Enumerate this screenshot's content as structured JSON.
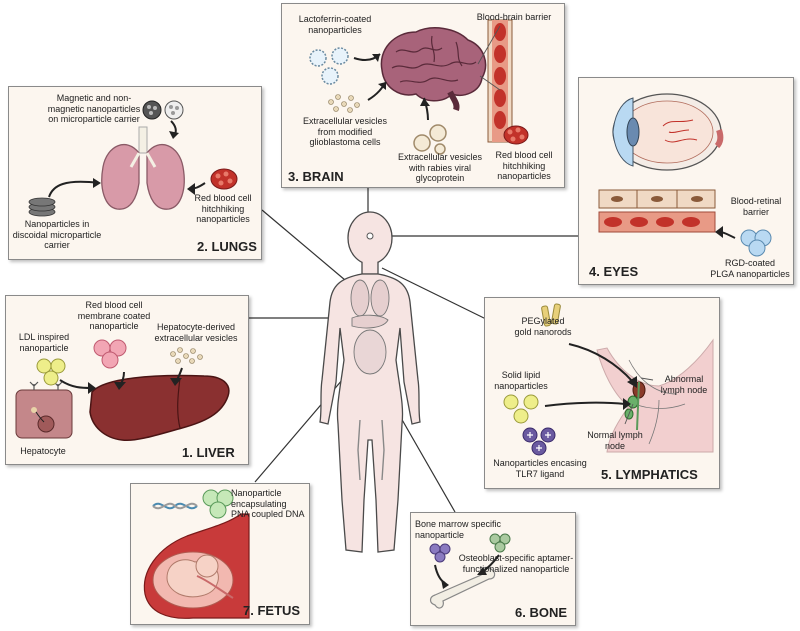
{
  "brain": {
    "title": "3. BRAIN",
    "lactoferrin": [
      "Lactoferrin-coated",
      "nanoparticles"
    ],
    "bbb": "Blood-brain barrier",
    "ev_glio": [
      "Extracellular vesicles",
      "from modified",
      "glioblastoma cells"
    ],
    "ev_rabies": [
      "Extracellular vesicles",
      "with rabies viral",
      "glycoprotein"
    ],
    "rbc": [
      "Red blood cell",
      "hitchhiking",
      "nanoparticles"
    ]
  },
  "lungs": {
    "title": "2. LUNGS",
    "magnetic": [
      "Magnetic and non-",
      "magnetic nanoparticles",
      "on microparticle carrier"
    ],
    "rbc": [
      "Red blood cell",
      "hitchhiking",
      "nanoparticles"
    ],
    "discoidal": [
      "Nanoparticles in",
      "discoidal microparticle",
      "carrier"
    ]
  },
  "eyes": {
    "title": "4. EYES",
    "brb": [
      "Blood-retinal",
      "barrier"
    ],
    "rgd": [
      "RGD-coated",
      "PLGA nanoparticles"
    ]
  },
  "liver": {
    "title": "1. LIVER",
    "rbc_membrane": [
      "Red blood cell",
      "membrane coated",
      "nanoparticle"
    ],
    "ldl": [
      "LDL inspired",
      "nanoparticle"
    ],
    "hep_ev": [
      "Hepatocyte-derived",
      "extracellular vesicles"
    ],
    "hepatocyte": "Hepatocyte"
  },
  "lymphatics": {
    "title": "5. LYMPHATICS",
    "peg": [
      "PEGylated",
      "gold nanorods"
    ],
    "solid_lipid": [
      "Solid lipid",
      "nanoparticles"
    ],
    "abnormal": [
      "Abnormal",
      "lymph node"
    ],
    "normal": [
      "Normal lymph",
      "node"
    ],
    "tlr7": [
      "Nanoparticles encasing",
      "TLR7 ligand"
    ]
  },
  "fetus": {
    "title": "7. FETUS",
    "pna": [
      "Nanoparticle",
      "encapsulating",
      "PNA coupled DNA"
    ]
  },
  "bone": {
    "title": "6. BONE",
    "marrow": [
      "Bone marrow specific",
      "nanoparticle"
    ],
    "osteoblast": [
      "Osteoblast-specific aptamer-",
      "functionalized nanoparticle"
    ]
  },
  "colors": {
    "panel_bg": "#fcf6ef",
    "organ_red": "#a33a3a",
    "lung_pink": "#d89aa8",
    "body_fill": "#f6e4e2",
    "particle_green": "#d6e89a",
    "particle_blue": "#b9d9f2",
    "particle_pink": "#f2a6b4"
  }
}
